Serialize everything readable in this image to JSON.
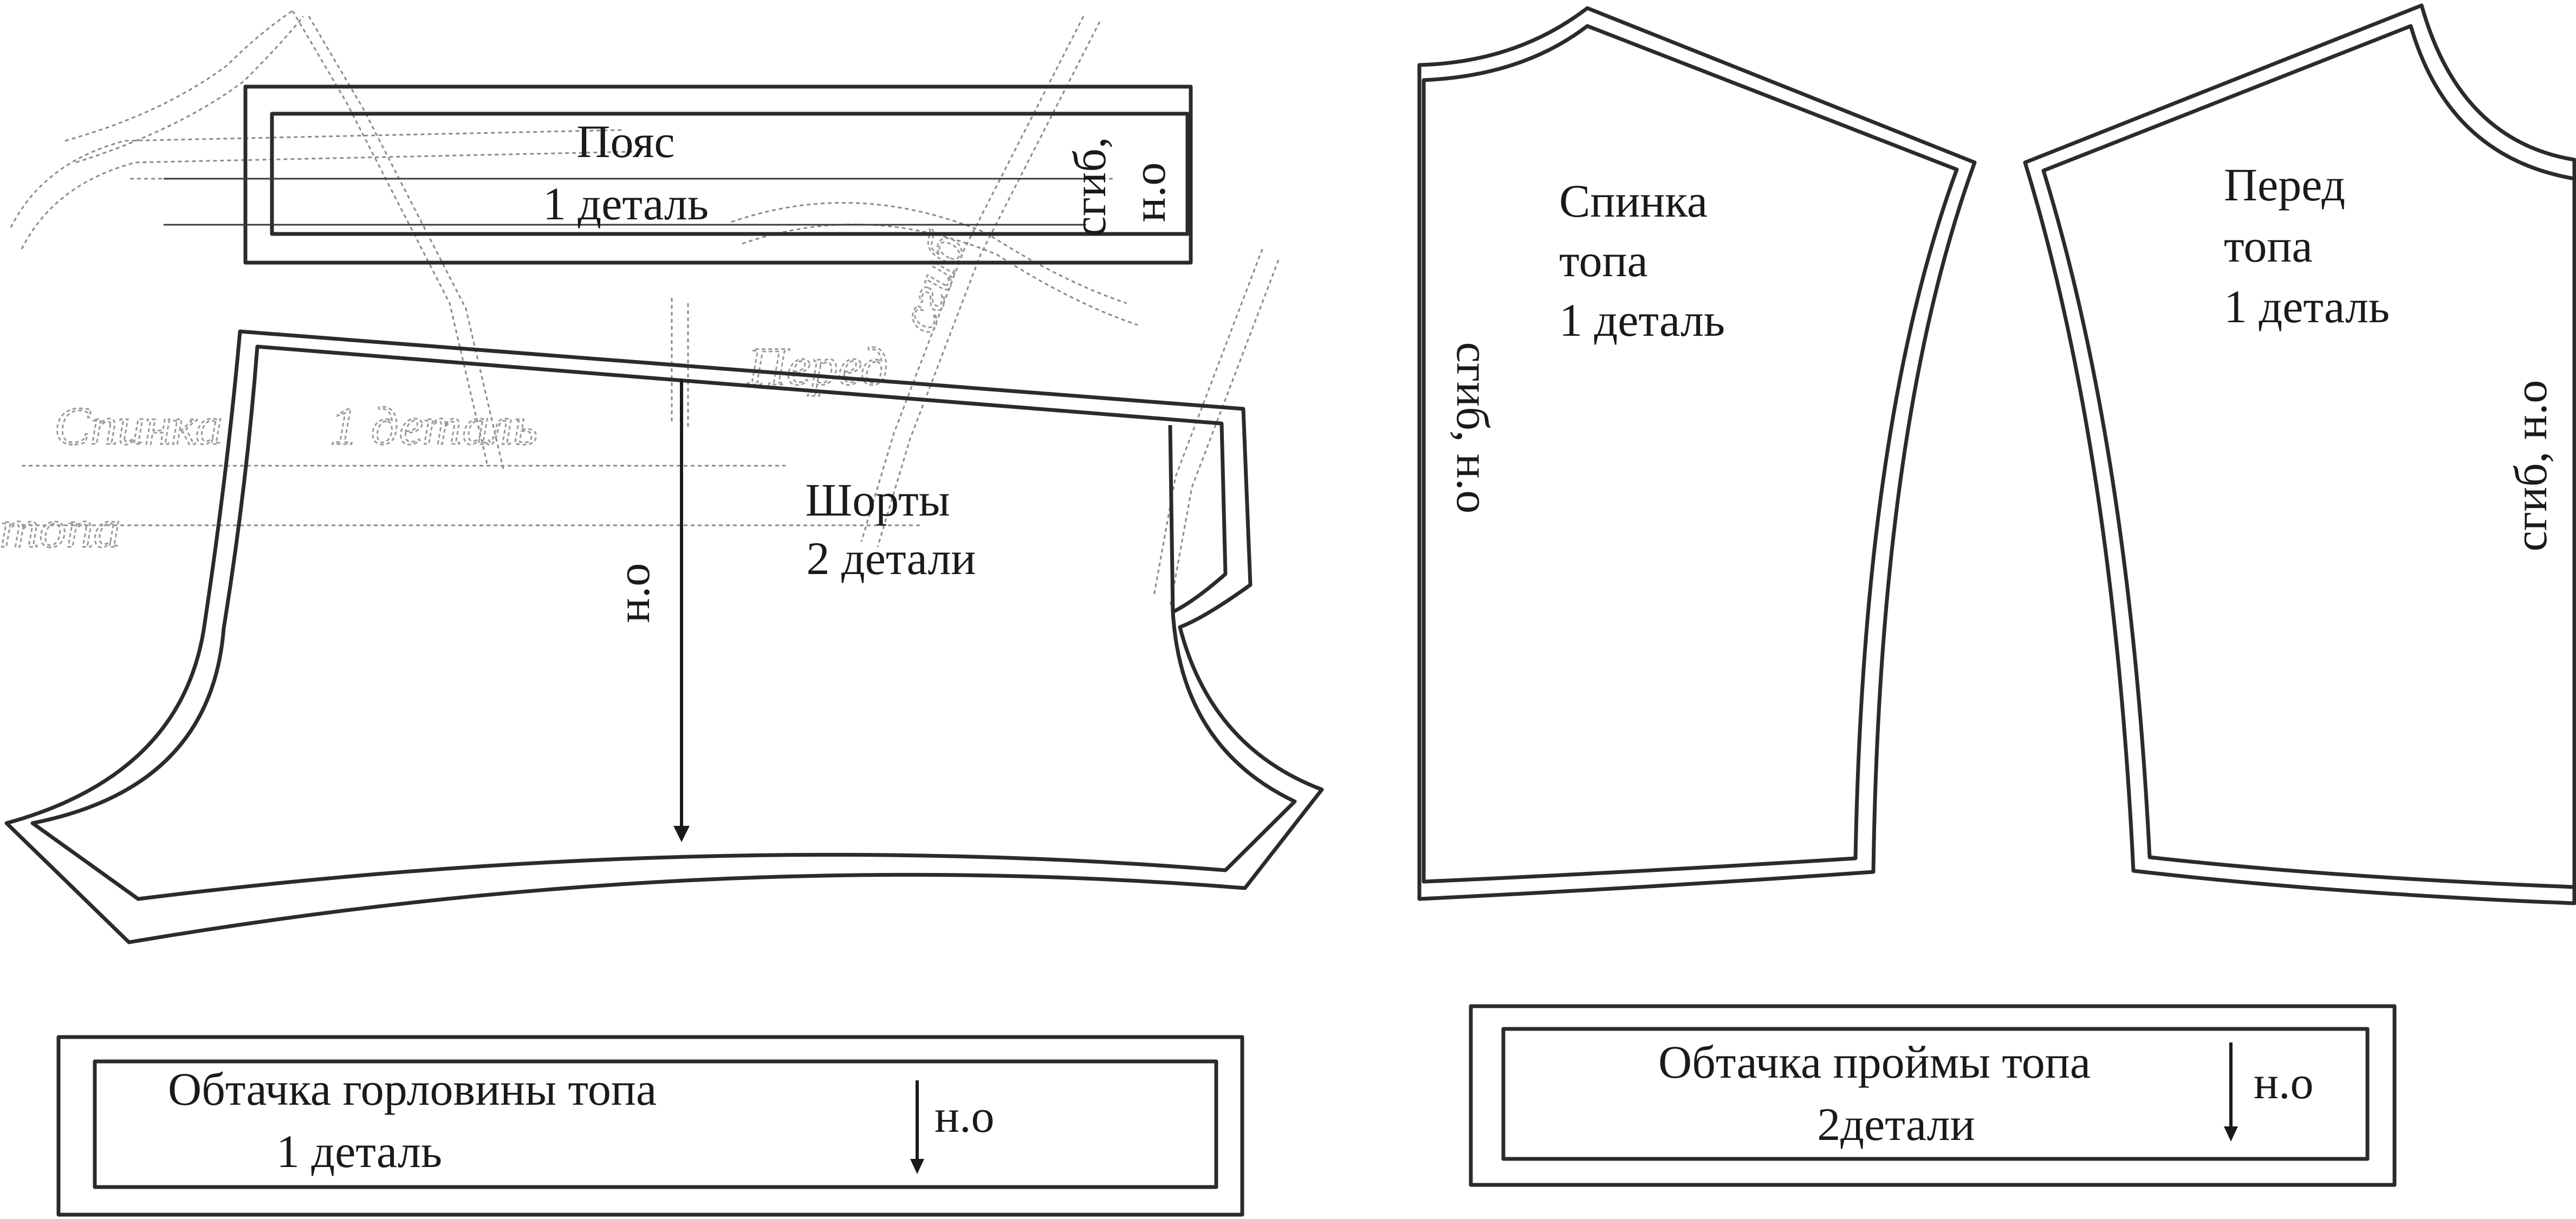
{
  "pieces": {
    "belt": {
      "title": "Пояс",
      "count": "1 деталь",
      "fold": "сгиб,",
      "grain": "н.о"
    },
    "shorts": {
      "title": "Шорты",
      "count": "2 детали",
      "grain": "н.о"
    },
    "back": {
      "title_1": "Спинка",
      "title_2": "топа",
      "count": "1 деталь",
      "fold": "сгиб, н.о"
    },
    "front": {
      "title_1": "Перед",
      "title_2": "топа",
      "count": "1 деталь",
      "fold": "сгиб, н.о"
    },
    "neck_facing": {
      "title": "Обтачка горловины топа",
      "count": "1 деталь",
      "grain": "н.о"
    },
    "armhole_facing": {
      "title": "Обтачка проймы топа",
      "count": "2детали",
      "grain": "н.о"
    }
  },
  "watermark": {
    "word_1": "Спинка",
    "word_2": "1 деталь",
    "word_3": "Перед",
    "word_4": "сгиб",
    "word_5": "топа"
  }
}
